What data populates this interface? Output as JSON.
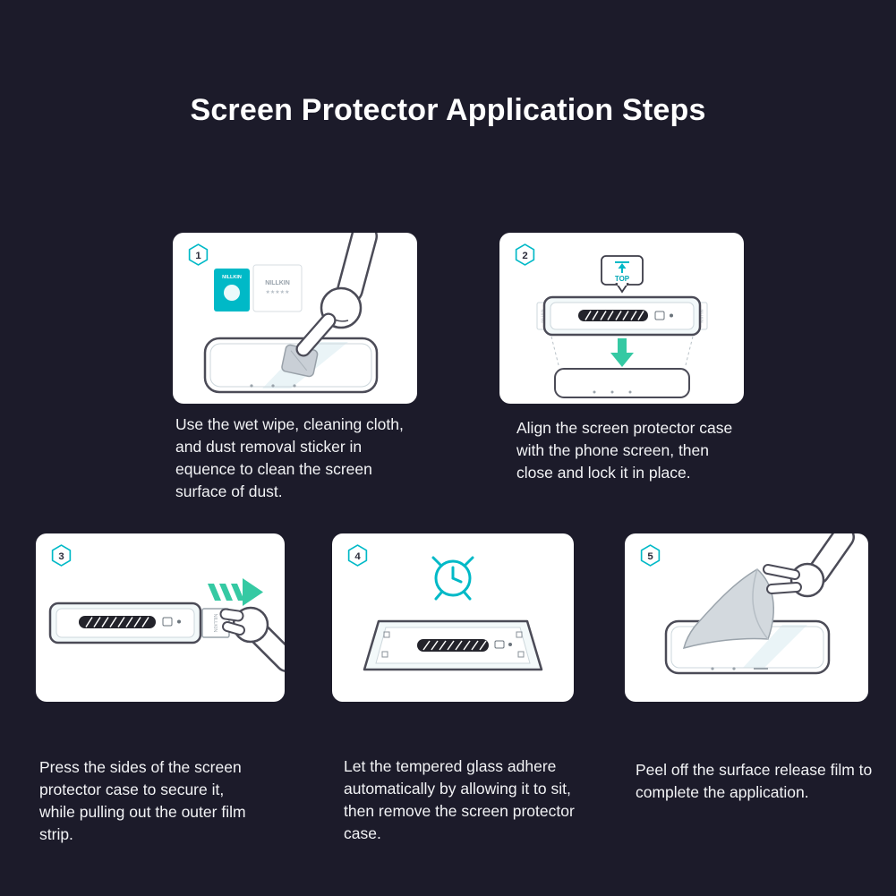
{
  "page": {
    "title": "Screen Protector Application Steps"
  },
  "labels": {
    "brand": "NILLKIN",
    "stars": "★★★★★",
    "top": "TOP"
  },
  "colors": {
    "background": "#1c1b2a",
    "card": "#ffffff",
    "accent_teal": "#00b9c7",
    "arrow_green": "#35c9a3",
    "caption_text": "#f2f3f5"
  },
  "steps": [
    {
      "number": "1",
      "caption": "Use the wet wipe, cleaning cloth, and dust removal sticker  in equence to clean the screen surface of dust."
    },
    {
      "number": "2",
      "caption": "Align the screen protector case with the phone screen, then close and lock it in place."
    },
    {
      "number": "3",
      "caption": "Press the sides of the screen protector case to secure it, while pulling out the outer film strip."
    },
    {
      "number": "4",
      "caption": "Let the tempered glass adhere automatically by allowing it to sit, then remove the screen protector case."
    },
    {
      "number": "5",
      "caption": "Peel off the surface release film to complete the application."
    }
  ]
}
